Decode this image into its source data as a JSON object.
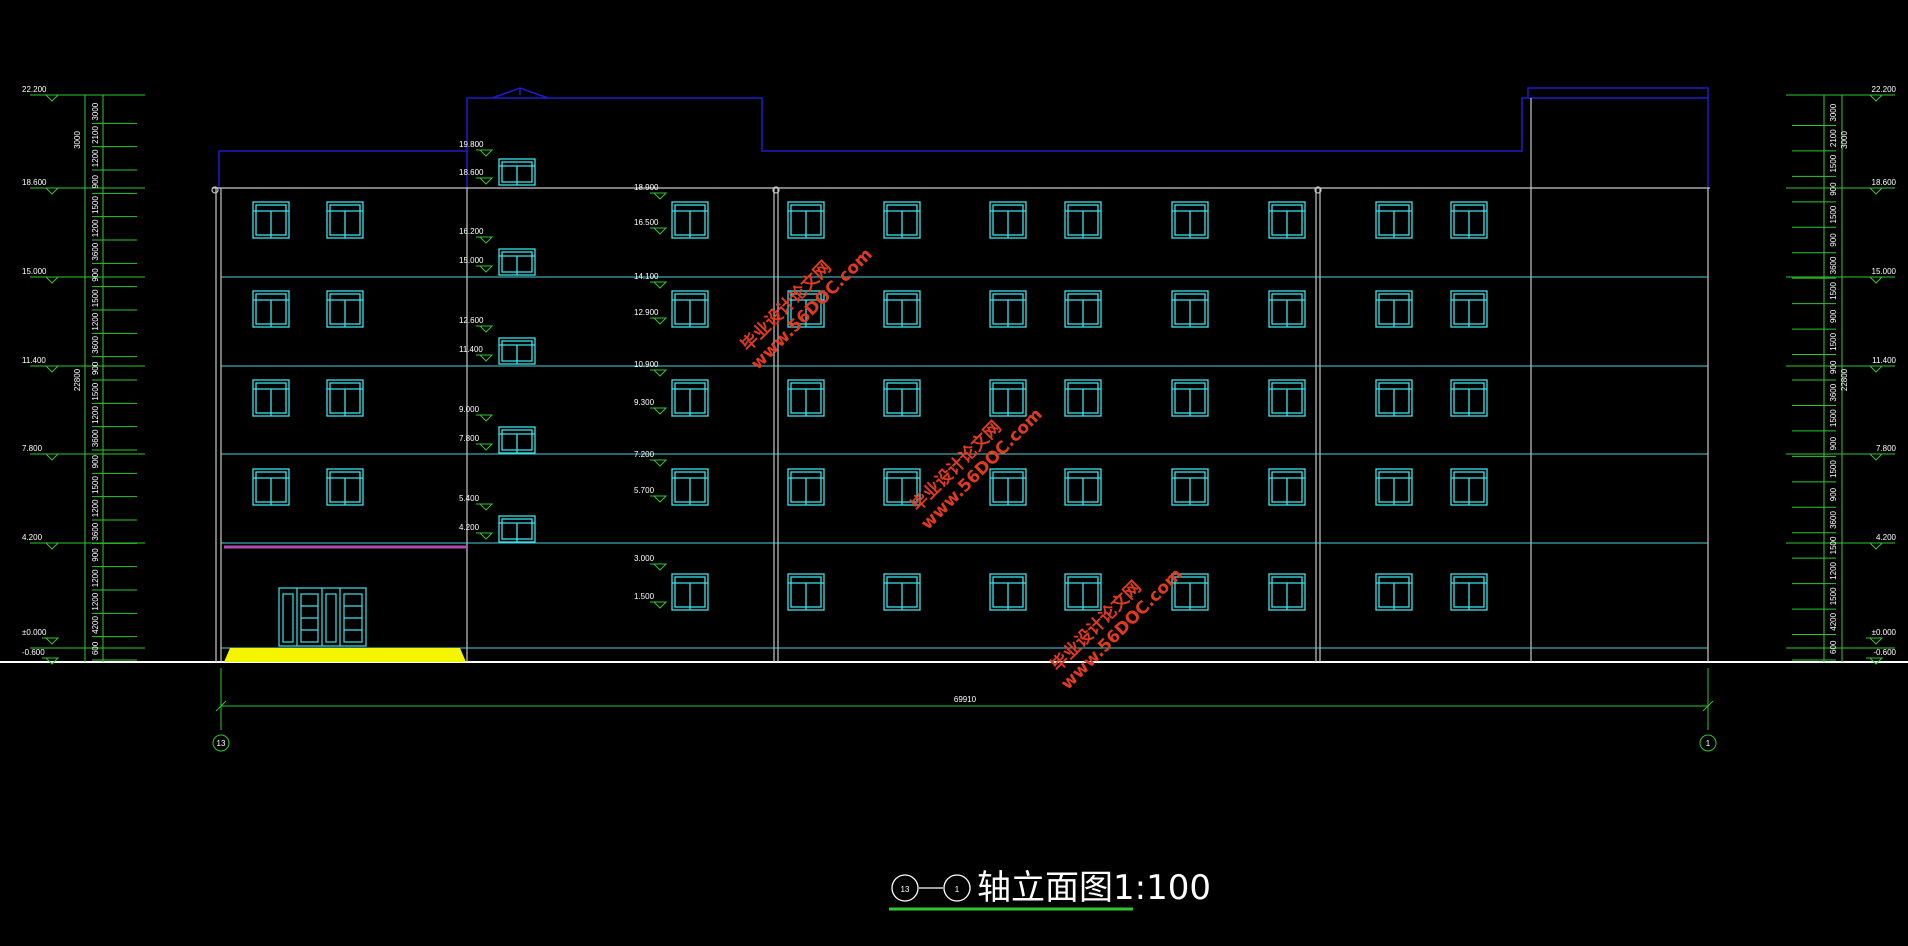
{
  "drawing": {
    "title_axis_start": "13",
    "title_axis_end": "1",
    "title_text": "轴立面图1:100",
    "total_length": "69910",
    "axis_left": "13",
    "axis_right": "1"
  },
  "left_levels": [
    "22.200",
    "18.600",
    "15.000",
    "11.400",
    "7.800",
    "4.200",
    "±0.000",
    "-0.600"
  ],
  "right_levels": [
    "22.200",
    "18.600",
    "15.000",
    "11.400",
    "7.800",
    "4.200",
    "±0.000",
    "-0.600"
  ],
  "left_segments": [
    "3000",
    "2100",
    "1200",
    "900",
    "1500",
    "1200",
    "3600",
    "900",
    "1500",
    "1200",
    "3600",
    "900",
    "1500",
    "1200",
    "3600",
    "900",
    "1500",
    "1200",
    "3600",
    "900",
    "1200",
    "1200",
    "4200",
    "600"
  ],
  "left_totals": [
    "3000",
    "22800"
  ],
  "right_segments": [
    "3000",
    "2100",
    "1500",
    "900",
    "1500",
    "900",
    "3600",
    "1500",
    "900",
    "1500",
    "900",
    "3600",
    "1500",
    "900",
    "1500",
    "900",
    "3600",
    "1500",
    "1200",
    "1500",
    "4200",
    "600"
  ],
  "right_totals": [
    "3000",
    "22800"
  ],
  "stair_levels": [
    "19.800",
    "18.600",
    "16.200",
    "15.000",
    "12.600",
    "11.400",
    "9.000",
    "7.800",
    "5.400",
    "4.200"
  ],
  "mid_levels": [
    "18.900",
    "16.500",
    "14.100",
    "12.900",
    "10.900",
    "9.300",
    "7.200",
    "5.700",
    "3.000",
    "1.500"
  ],
  "watermarks": [
    {
      "top": "毕业设计论文网",
      "bottom": "www.56DOC.com"
    },
    {
      "top": "毕业设计论文网",
      "bottom": "www.56DOC.com"
    },
    {
      "top": "毕业设计论文网",
      "bottom": "www.56DOC.com"
    }
  ],
  "colors": {
    "background": "#000000",
    "outline": "#1c1cc8",
    "wall": "#c8c8c8",
    "floor_line": "#4ecfd9",
    "window": "#39e3ec",
    "dimension": "#2ec82e",
    "entrance": "#f5f500",
    "canopy": "#b04ab0",
    "watermark": "#e23a1e"
  }
}
